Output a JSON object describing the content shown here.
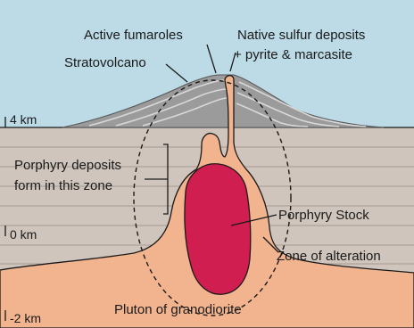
{
  "labels": {
    "active_fumaroles": "Active fumaroles",
    "native_sulfur_line1": "Native sulfur deposits",
    "native_sulfur_line2": "+ pyrite & marcasite",
    "stratovolcano": "Stratovolcano",
    "porphyry_deposits_line1": "Porphyry deposits",
    "porphyry_deposits_line2": "form in this zone",
    "porphyry_stock": "Porphyry Stock",
    "zone_of_alteration": "Zone of alteration",
    "pluton": "Pluton of granodiorite"
  },
  "depth_ticks": {
    "km4": "4 km",
    "km0": "0 km",
    "km_minus2": "-2 km"
  },
  "colors": {
    "sky": "#bcdbe6",
    "ground": "#cfc5bc",
    "strata_line": "#a59b93",
    "volcano": "#9b9b9b",
    "volcano_layers": "#d8d8d8",
    "pluton": "#f2b48f",
    "stock": "#cf1e4f",
    "outline": "#1a1a1a"
  }
}
